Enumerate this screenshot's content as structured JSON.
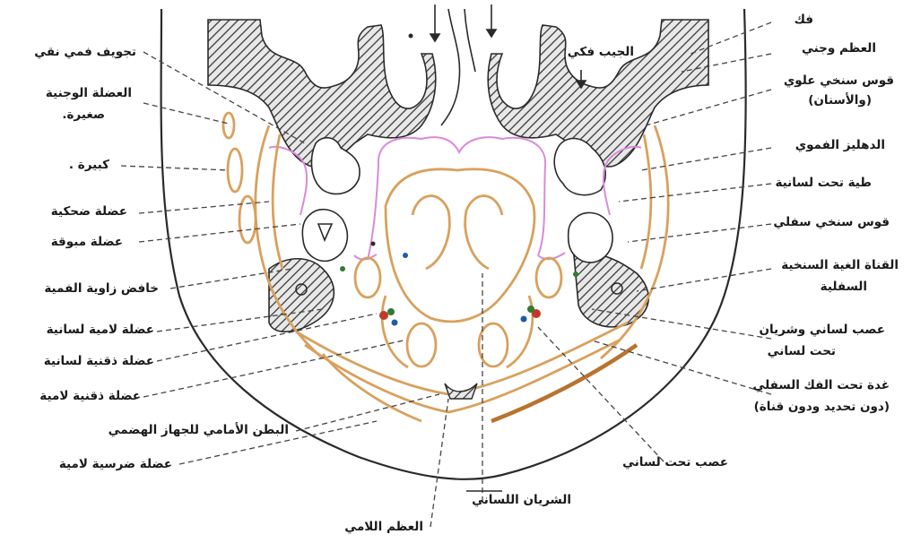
{
  "labels_left": [
    {
      "id": "oral-cavity",
      "text": "تجويف فمي نقي"
    },
    {
      "id": "zygomaticus-minor-1",
      "text": "العضلة الوجنية"
    },
    {
      "id": "zygomaticus-minor-2",
      "text": "صغيرة."
    },
    {
      "id": "zygomaticus-major",
      "text": "كبيرة ."
    },
    {
      "id": "risorius",
      "text": "عضلة ضحكية"
    },
    {
      "id": "buccinator",
      "text": "عضلة مبوقة"
    },
    {
      "id": "depressor-anguli",
      "text": "خافض زاوية الفمية"
    },
    {
      "id": "hyoglossus",
      "text": "عضلة لامية لسانية"
    },
    {
      "id": "genioglossus",
      "text": "عضلة ذقنية لسانية"
    },
    {
      "id": "geniohyoid",
      "text": "عضلة ذقنية لامية"
    },
    {
      "id": "digastric-anterior",
      "text": "البطن الأمامي للجهاز الهضمي"
    },
    {
      "id": "mylohyoid",
      "text": "عضلة ضرسية لامية"
    }
  ],
  "labels_right": [
    {
      "id": "maxilla",
      "text": "فك"
    },
    {
      "id": "zygomatic-bone",
      "text": "العظم وجني"
    },
    {
      "id": "upper-alveolar-arch-1",
      "text": "قوس سنخي علوي"
    },
    {
      "id": "upper-alveolar-arch-2",
      "text": "(والأسنان)"
    },
    {
      "id": "oral-vestibule",
      "text": "الدهليز الفموي"
    },
    {
      "id": "sublingual-fold",
      "text": "طية تحت لسانية"
    },
    {
      "id": "lower-alveolar-arch",
      "text": "قوس سنخي سفلي"
    },
    {
      "id": "inferior-alveolar-canal-1",
      "text": "القناة الغية السنخية"
    },
    {
      "id": "inferior-alveolar-canal-2",
      "text": "السفلية"
    },
    {
      "id": "lingual-nerve-1",
      "text": "عصب لساني وشريان"
    },
    {
      "id": "lingual-nerve-2",
      "text": "تحت لساني"
    },
    {
      "id": "submandibular-gland-1",
      "text": "غدة تحت الفك السفلي"
    },
    {
      "id": "submandibular-gland-2",
      "text": "(دون تحديد ودون قناة)"
    }
  ],
  "labels_inner": [
    {
      "id": "maxillary-sinus",
      "text": "الجيب فكي"
    }
  ],
  "labels_bottom": [
    {
      "id": "sublingual-nerve",
      "text": "عصب تحت لساني"
    },
    {
      "id": "lingual-artery",
      "text": "الشريان اللساني"
    },
    {
      "id": "hyoid-bone",
      "text": "العظم اللامي"
    }
  ],
  "colors": {
    "outline": "#2a2a2a",
    "muscle": "#d9a05c",
    "muscle_dark": "#b8732e",
    "mucosa": "#d98ad9",
    "bone_hatch": "#555555",
    "leader": "#444444"
  }
}
